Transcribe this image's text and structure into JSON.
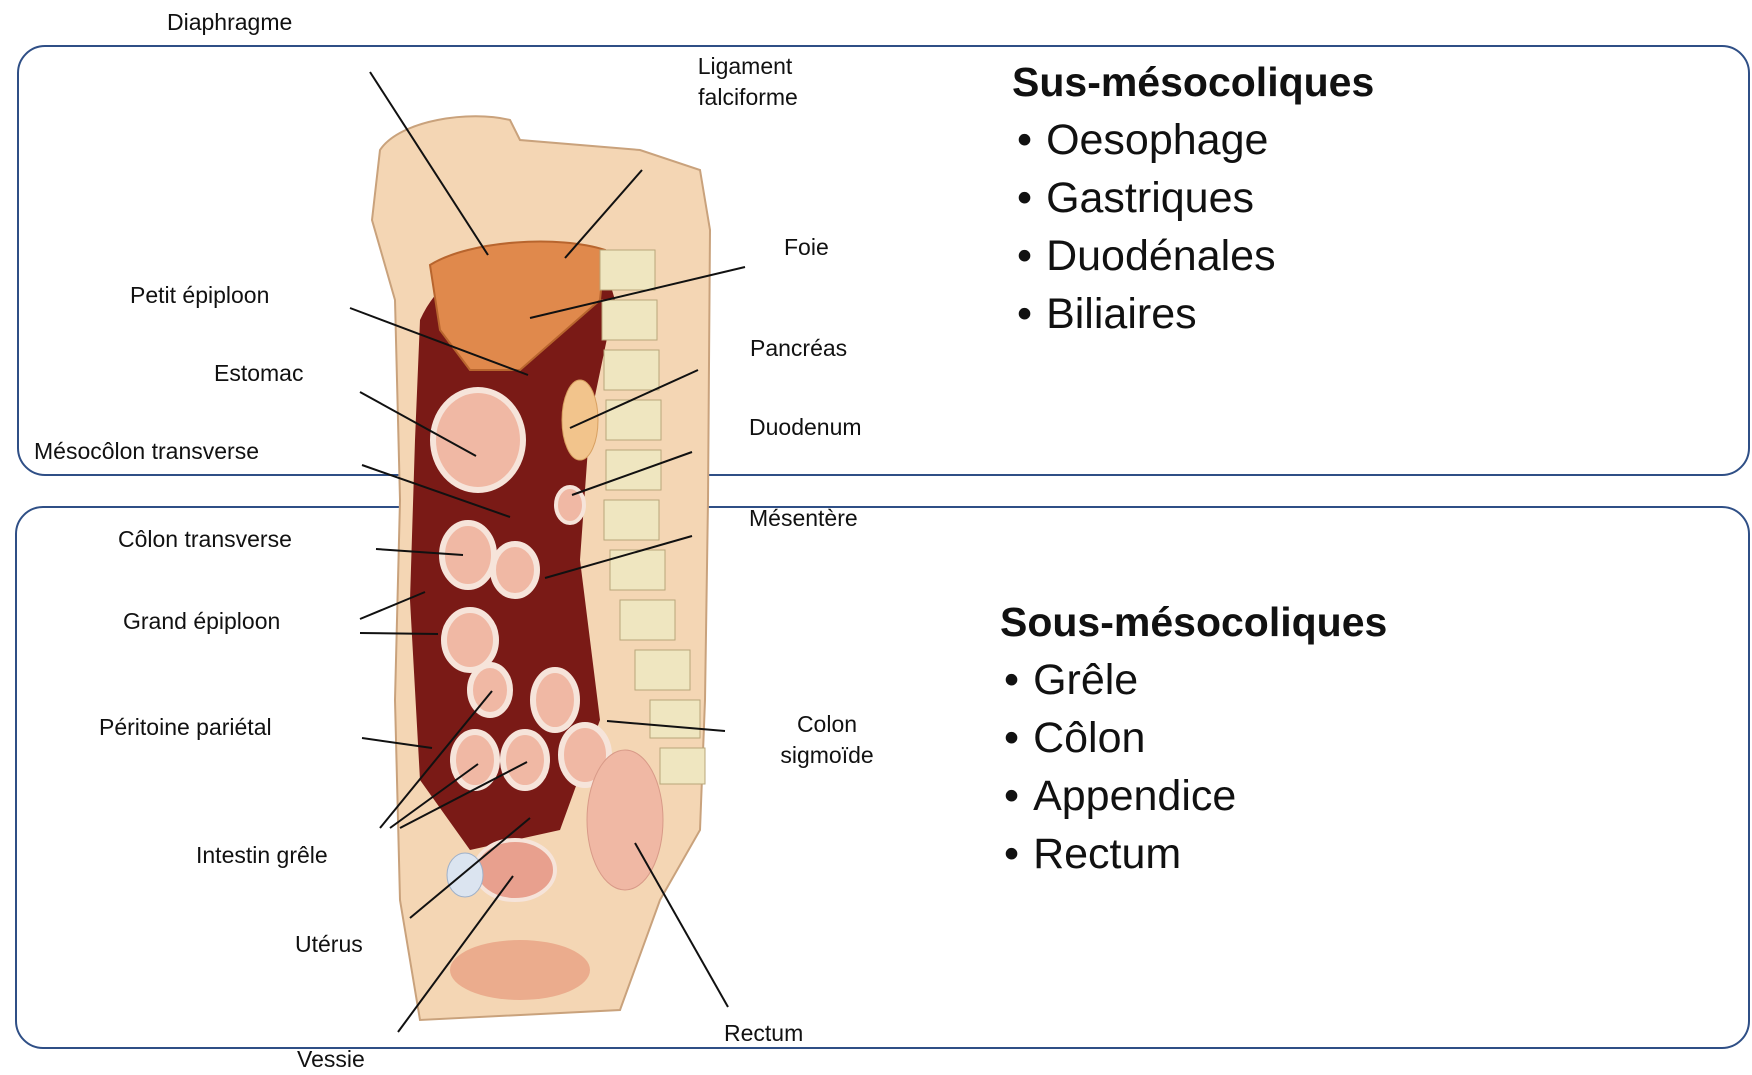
{
  "labels": {
    "diaphragme": "Diaphragme",
    "ligament_l1": "Ligament",
    "ligament_l2": "falciforme",
    "foie": "Foie",
    "petit_epiploon": "Petit épiploon",
    "estomac": "Estomac",
    "pancreas": "Pancréas",
    "duodenum": "Duodenum",
    "mesocolon": "Mésocôlon transverse",
    "mesentere": "Mésentère",
    "colon_transverse": "Côlon transverse",
    "grand_epiploon": "Grand épiploon",
    "peritoine": "Péritoine pariétal",
    "colon_sig_l1": "Colon",
    "colon_sig_l2": "sigmoïde",
    "intestin": "Intestin grêle",
    "uterus": "Utérus",
    "rectum": "Rectum",
    "vessie": "Vessie"
  },
  "boxes": {
    "top": {
      "title": "Sus-mésocoliques",
      "items": [
        "Oesophage",
        "Gastriques",
        "Duodénales",
        "Biliaires"
      ]
    },
    "bottom": {
      "title": "Sous-mésocoliques",
      "items": [
        "Grêle",
        "Côlon",
        "Appendice",
        "Rectum"
      ]
    }
  },
  "colors": {
    "frame": "#2f4f86",
    "skin": "#f4d6b4",
    "liver": "#e0894c",
    "cavity": "#7a1a16",
    "organ": "#f0b8a4",
    "spine": "#efe6c0"
  }
}
